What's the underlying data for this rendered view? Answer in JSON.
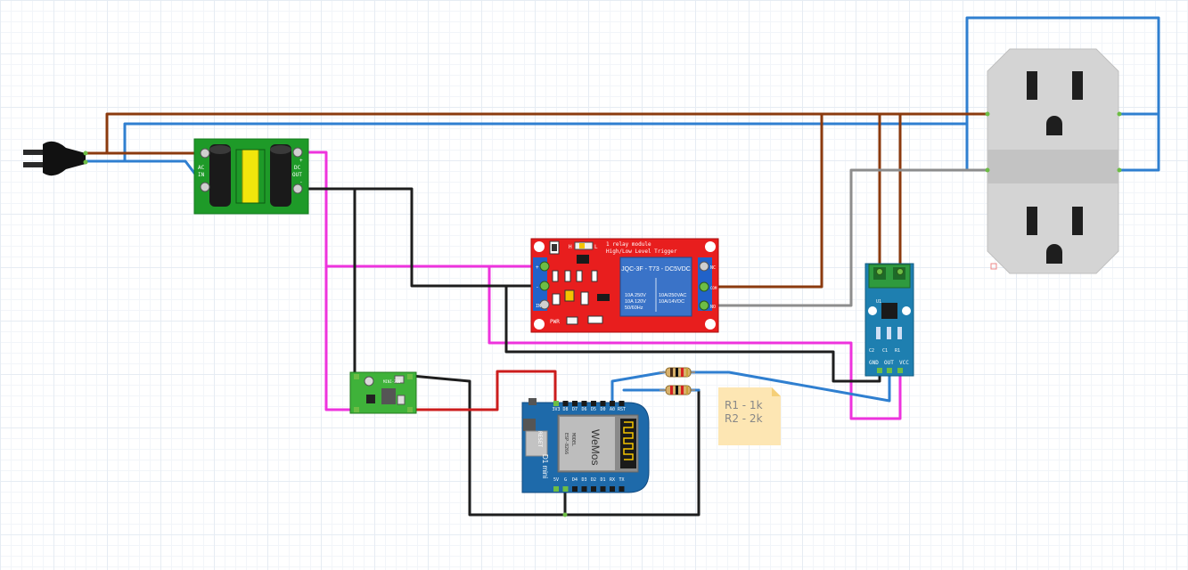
{
  "plug": {
    "icon": "power-plug-icon"
  },
  "hilink": {
    "label_ac": "AC",
    "label_in": "IN",
    "label_dc": "DC",
    "label_out": "OUT",
    "label_plus": "+",
    "label_minus": "-"
  },
  "relay": {
    "title": "1 relay module",
    "subtitle": "High/Low Level Trigger",
    "jumper_h": "H",
    "jumper_l": "L",
    "coil_text": "JQC-3F - T73 - DC5VDC",
    "spec_left_1": "10A 250V",
    "spec_left_2": "10A 120V",
    "spec_left_3": "50/60Hz",
    "spec_right_1": "10A/250VAC",
    "spec_right_2": "10A/14VDC",
    "pwr": "PWR",
    "pin_nc": "NC",
    "pin_com": "COM",
    "pin_no": "NO",
    "pin_in": "IN",
    "pin_gnd": "-",
    "pin_vcc": "+"
  },
  "buck": {
    "label": "MINI-360"
  },
  "d1": {
    "top_pins": [
      "3V3",
      "D8",
      "D7",
      "D6",
      "D5",
      "D0",
      "A0",
      "RST"
    ],
    "bottom_pins": [
      "5V",
      "G",
      "D4",
      "D3",
      "D2",
      "D1",
      "RX",
      "TX"
    ],
    "model_1": "ESP-8266",
    "model_2": "MODEL",
    "brand": "WeMos",
    "board_name": "D1 mini",
    "reset": "RESET"
  },
  "sensor": {
    "chip": "U1",
    "pin_gnd": "GND",
    "pin_out": "OUT",
    "pin_vcc": "VCC",
    "caps": [
      "C2",
      "C1",
      "R1"
    ]
  },
  "note": {
    "line1": "R1 - 1k",
    "line2": "R2 - 2k"
  },
  "colors": {
    "live": "#8b3a0e",
    "neutral": "#2f7fd0",
    "ground": "#1e1e1e",
    "vcc": "#ee33dd",
    "signal5v": "#cc1d1d",
    "switched": "#8d8d8d"
  }
}
